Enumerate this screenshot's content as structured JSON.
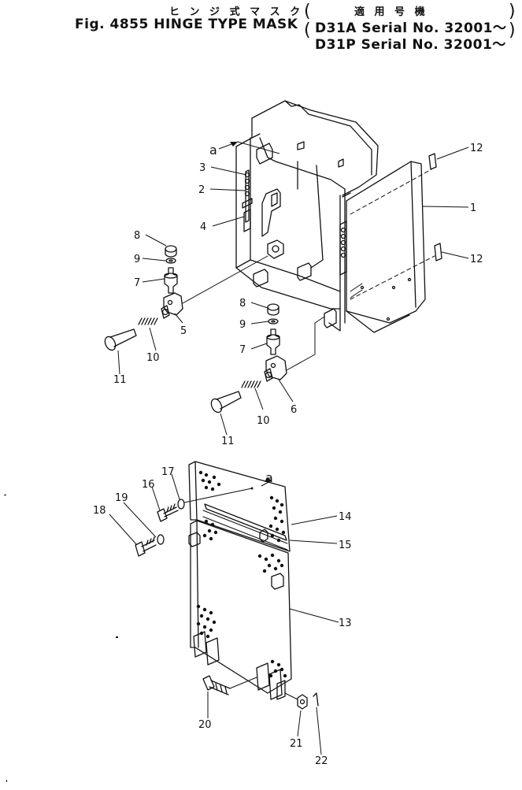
{
  "title": {
    "jp": "ヒ ン ジ 式 マ ス ク",
    "fig": "Fig. 4855 HINGE TYPE MASK",
    "applicable_jp": "適 用 号 機",
    "serial_1": "D31A Serial No. 32001～",
    "serial_2": "D31P Serial No. 32001～"
  },
  "callouts": {
    "p1": "1",
    "p2": "2",
    "p3": "3",
    "p4": "4",
    "p5": "5",
    "p6": "6",
    "p7a": "7",
    "p7b": "7",
    "p8a": "8",
    "p8b": "8",
    "p9a": "9",
    "p9b": "9",
    "p10a": "10",
    "p10b": "10",
    "p11a": "11",
    "p11b": "11",
    "p12a": "12",
    "p12b": "12",
    "p13": "13",
    "p14": "14",
    "p15": "15",
    "p16": "16",
    "p17": "17",
    "p18": "18",
    "p19": "19",
    "p20": "20",
    "p21": "21",
    "p22": "22",
    "a1": "a",
    "a2": "a"
  }
}
